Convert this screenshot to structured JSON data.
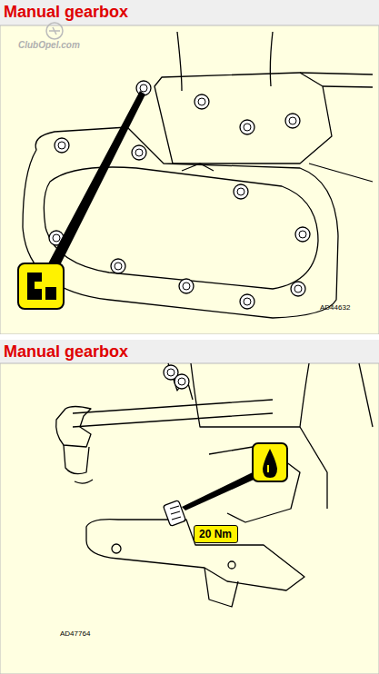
{
  "diagram": {
    "nodes": [
      {
        "text": [
          "20 Nm"
        ]
      }
    ],
    "labels": [
      "Manual gearbox",
      "ClubOpel.com",
      "AD44632",
      "Manual gearbox",
      "AD47764"
    ]
  }
}
